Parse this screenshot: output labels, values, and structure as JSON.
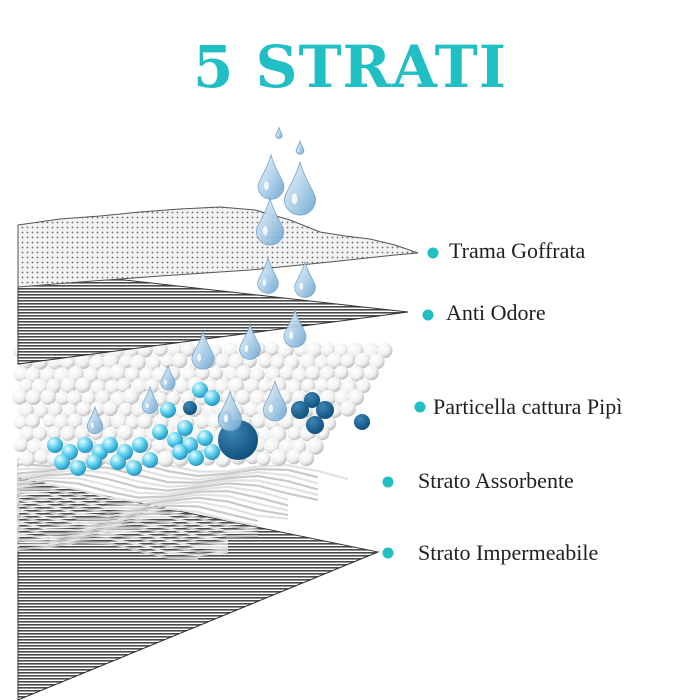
{
  "title": "5 STRATI",
  "colors": {
    "accent": "#1fbfc4",
    "dark_blue": "#0f5a8a",
    "light_blue": "#5fd2ee",
    "water": "#9ec8e4"
  },
  "layers": [
    {
      "label": "Trama Goffrata"
    },
    {
      "label": "Anti Odore"
    },
    {
      "label": "Particella cattura Pipì"
    },
    {
      "label": "Strato Assorbente"
    },
    {
      "label": "Strato Impermeabile"
    }
  ]
}
